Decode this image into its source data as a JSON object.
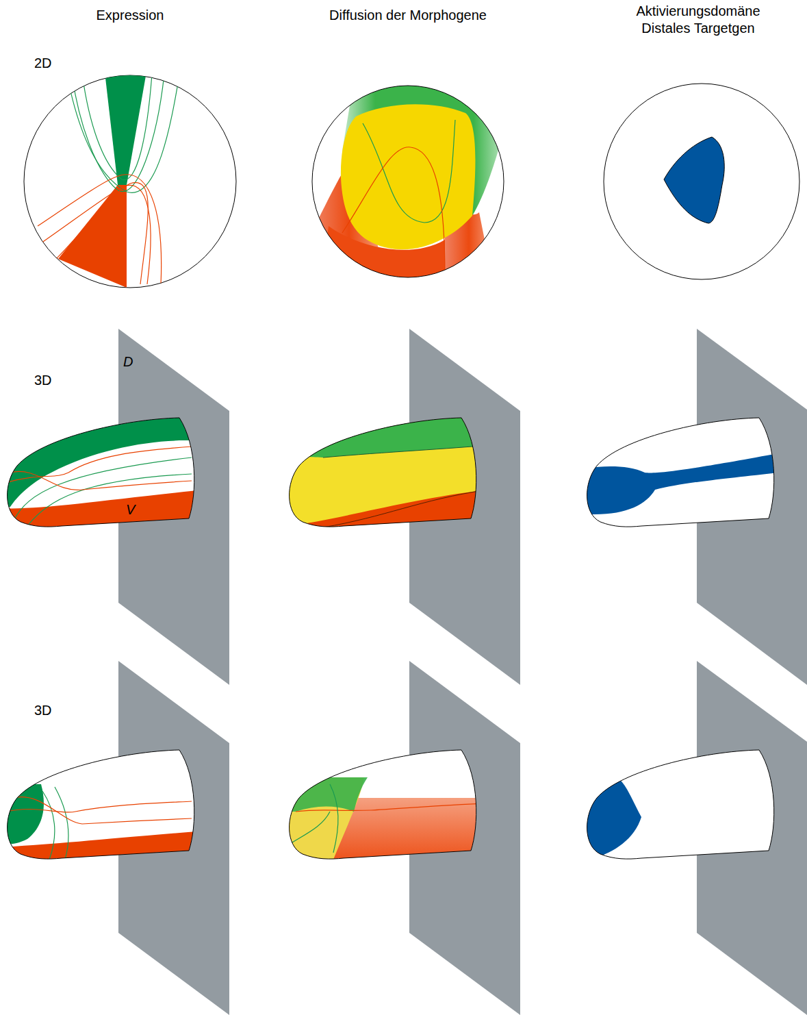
{
  "diagram": {
    "labels": [
      "Expression",
      "Diffusion der Morphogene",
      "Aktivierungsdomäne Distales Targetgen",
      "2D",
      "3D",
      "D",
      "V",
      "3D"
    ]
  }
}
